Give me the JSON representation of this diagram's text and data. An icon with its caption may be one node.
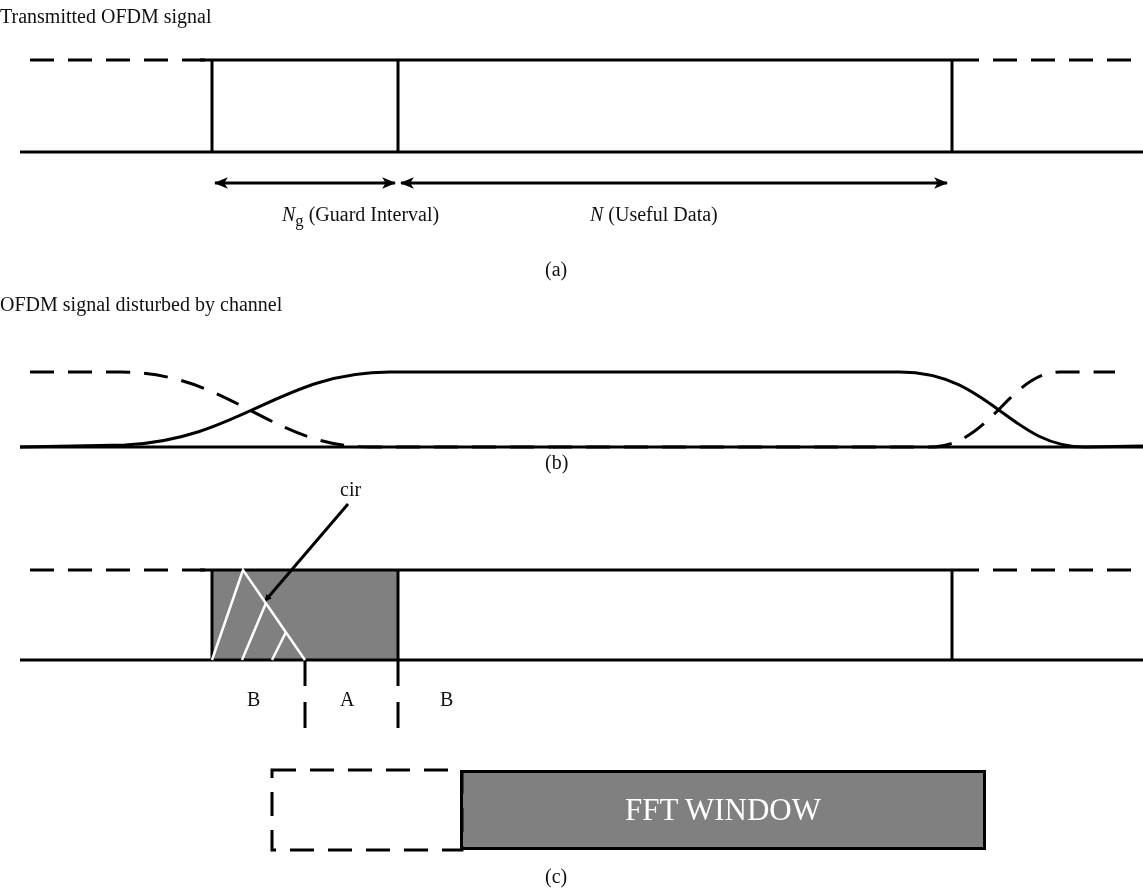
{
  "diagram": {
    "nodes": [
      {
        "text": [
          "FFT WINDOW"
        ]
      },
      {
        "text": [
          "cir"
        ]
      },
      {
        "text": [],
        "shape": "triangle"
      },
      {
        "text": [],
        "shape": "box"
      }
    ],
    "edges": [
      {
        "from": 1,
        "to": 2,
        "arrow": "to"
      }
    ],
    "labels": [
      "Transmitted OFDM signal",
      "*N*$_{g}$ (Guard Interval)",
      "*N* (Useful Data)",
      "(a)",
      "OFDM signal disturbed by channel",
      "(b)",
      "B",
      "A",
      "B",
      "(c)"
    ]
  }
}
